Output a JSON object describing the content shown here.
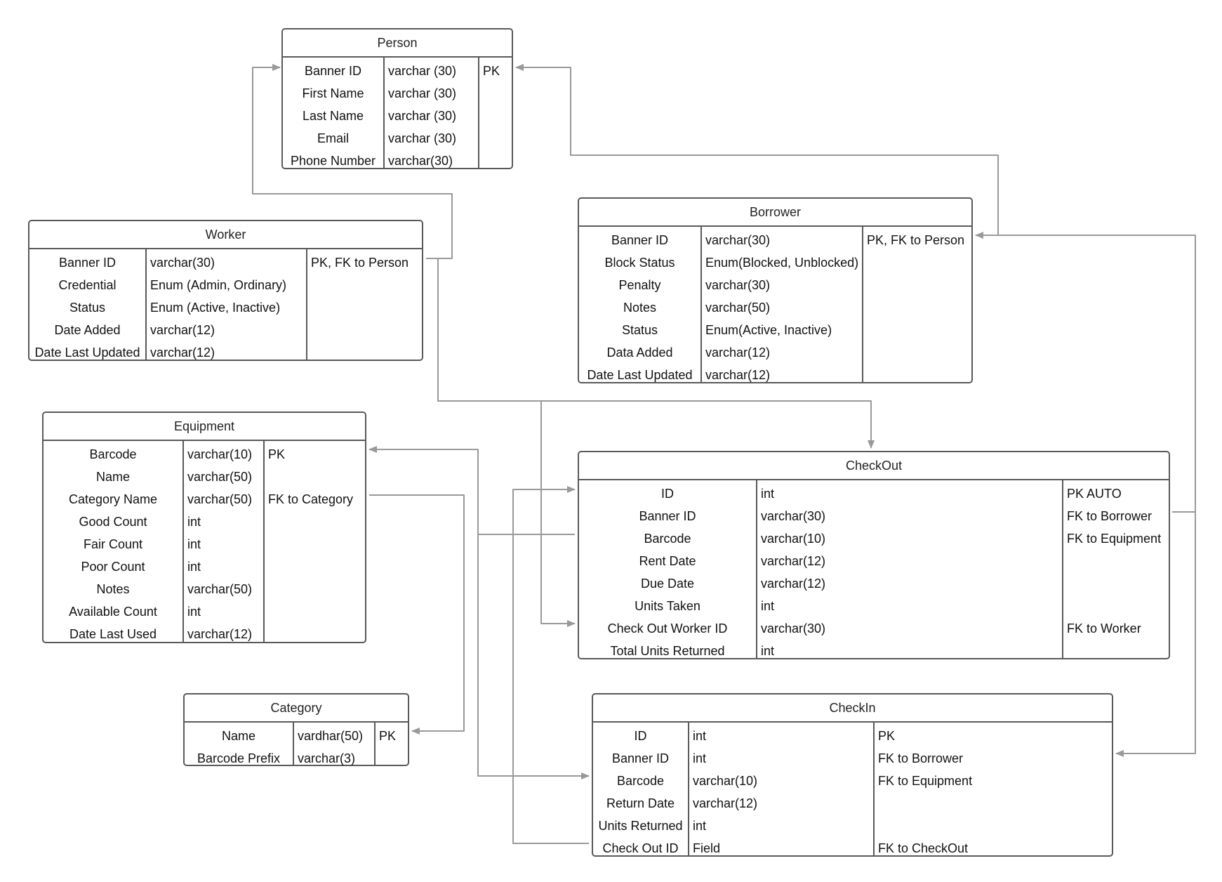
{
  "entities": {
    "person": {
      "title": "Person",
      "rows": [
        {
          "name": "Banner ID",
          "type": "varchar (30)",
          "key": "PK"
        },
        {
          "name": "First Name",
          "type": "varchar (30)",
          "key": ""
        },
        {
          "name": "Last Name",
          "type": "varchar (30)",
          "key": ""
        },
        {
          "name": "Email",
          "type": "varchar (30)",
          "key": ""
        },
        {
          "name": "Phone Number",
          "type": "varchar(30)",
          "key": ""
        }
      ]
    },
    "worker": {
      "title": "Worker",
      "rows": [
        {
          "name": "Banner ID",
          "type": "varchar(30)",
          "key": "PK, FK to Person"
        },
        {
          "name": "Credential",
          "type": "Enum (Admin, Ordinary)",
          "key": ""
        },
        {
          "name": "Status",
          "type": "Enum (Active, Inactive)",
          "key": ""
        },
        {
          "name": "Date Added",
          "type": "varchar(12)",
          "key": ""
        },
        {
          "name": "Date Last Updated",
          "type": "varchar(12)",
          "key": ""
        }
      ]
    },
    "borrower": {
      "title": "Borrower",
      "rows": [
        {
          "name": "Banner ID",
          "type": "varchar(30)",
          "key": "PK, FK to Person"
        },
        {
          "name": "Block Status",
          "type": "Enum(Blocked, Unblocked)",
          "key": ""
        },
        {
          "name": "Penalty",
          "type": "varchar(30)",
          "key": ""
        },
        {
          "name": "Notes",
          "type": "varchar(50)",
          "key": ""
        },
        {
          "name": "Status",
          "type": "Enum(Active, Inactive)",
          "key": ""
        },
        {
          "name": "Data Added",
          "type": "varchar(12)",
          "key": ""
        },
        {
          "name": "Date Last Updated",
          "type": "varchar(12)",
          "key": ""
        }
      ]
    },
    "equipment": {
      "title": "Equipment",
      "rows": [
        {
          "name": "Barcode",
          "type": "varchar(10)",
          "key": "PK"
        },
        {
          "name": "Name",
          "type": "varchar(50)",
          "key": ""
        },
        {
          "name": "Category Name",
          "type": "varchar(50)",
          "key": "FK to Category"
        },
        {
          "name": "Good Count",
          "type": "int",
          "key": ""
        },
        {
          "name": "Fair Count",
          "type": "int",
          "key": ""
        },
        {
          "name": "Poor Count",
          "type": "int",
          "key": ""
        },
        {
          "name": "Notes",
          "type": "varchar(50)",
          "key": ""
        },
        {
          "name": "Available Count",
          "type": "int",
          "key": ""
        },
        {
          "name": "Date Last Used",
          "type": "varchar(12)",
          "key": ""
        }
      ]
    },
    "category": {
      "title": "Category",
      "rows": [
        {
          "name": "Name",
          "type": "vardhar(50)",
          "key": "PK"
        },
        {
          "name": "Barcode Prefix",
          "type": "varchar(3)",
          "key": ""
        }
      ]
    },
    "checkout": {
      "title": "CheckOut",
      "rows": [
        {
          "name": "ID",
          "type": "int",
          "key": "PK AUTO"
        },
        {
          "name": "Banner ID",
          "type": "varchar(30)",
          "key": "FK to Borrower"
        },
        {
          "name": "Barcode",
          "type": "varchar(10)",
          "key": "FK to Equipment"
        },
        {
          "name": "Rent Date",
          "type": "varchar(12)",
          "key": ""
        },
        {
          "name": "Due Date",
          "type": "varchar(12)",
          "key": ""
        },
        {
          "name": "Units Taken",
          "type": "int",
          "key": ""
        },
        {
          "name": "Check Out Worker ID",
          "type": "varchar(30)",
          "key": "FK to Worker"
        },
        {
          "name": "Total Units Returned",
          "type": "int",
          "key": ""
        }
      ]
    },
    "checkin": {
      "title": "CheckIn",
      "rows": [
        {
          "name": "ID",
          "type": "int",
          "key": "PK"
        },
        {
          "name": "Banner ID",
          "type": "int",
          "key": "FK to Borrower"
        },
        {
          "name": "Barcode",
          "type": "varchar(10)",
          "key": "FK to Equipment"
        },
        {
          "name": "Return Date",
          "type": "varchar(12)",
          "key": ""
        },
        {
          "name": "Units Returned",
          "type": "int",
          "key": ""
        },
        {
          "name": "Check Out ID",
          "type": "Field",
          "key": "FK to CheckOut"
        }
      ]
    }
  },
  "colors": {
    "entity_border": "#595959",
    "connector": "#999999",
    "text": "#111111"
  }
}
